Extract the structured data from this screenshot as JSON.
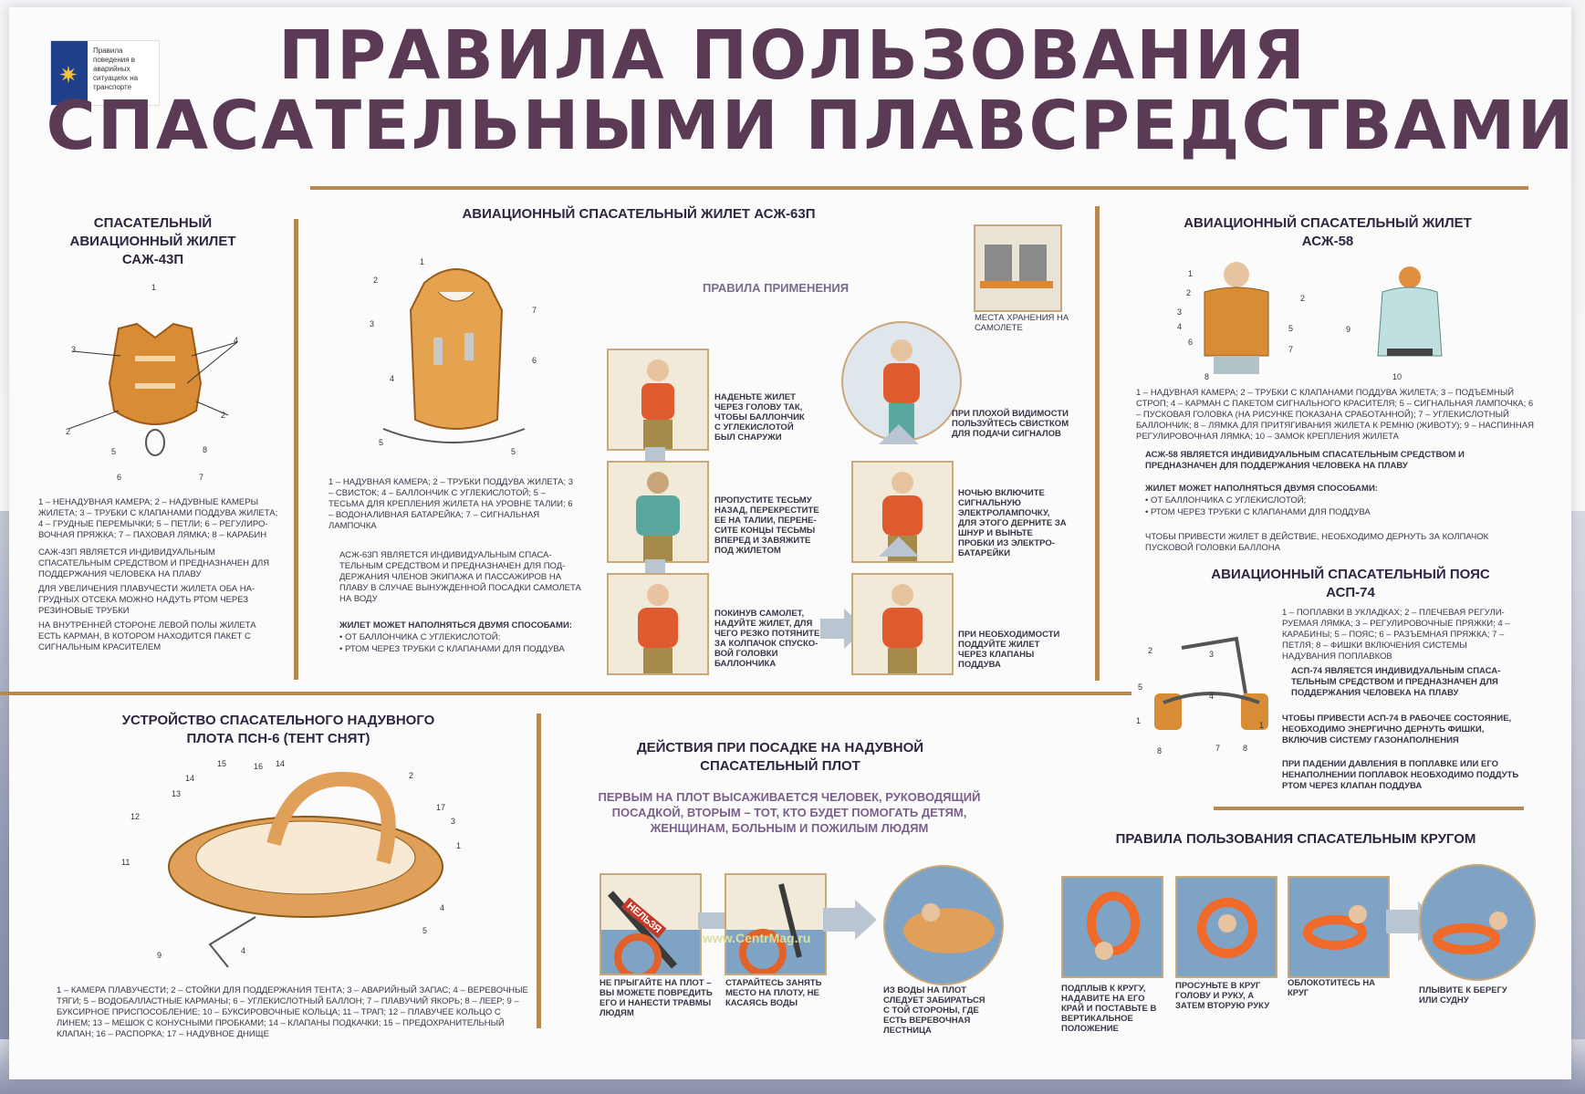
{
  "logo": {
    "text": "Правила поведения в аварийных ситуациях на транспорте"
  },
  "title": {
    "line1": "ПРАВИЛА ПОЛЬЗОВАНИЯ",
    "line2": "СПАСАТЕЛЬНЫМИ ПЛАВСРЕДСТВАМИ"
  },
  "saj": {
    "heading": "СПАСАТЕЛЬНЫЙ АВИАЦИОННЫЙ ЖИЛЕТ САЖ-43П",
    "legend": "1 – НЕНАДУВНАЯ КАМЕРА; 2 – НАДУВНЫЕ КАМЕРЫ ЖИЛЕТА; 3 – ТРУБКИ С КЛАПАНАМИ ПОДДУВА ЖИЛЕТА; 4 – ГРУДНЫЕ ПЕРЕМЫЧКИ; 5 – ПЕТЛИ; 6 – РЕГУЛИРО-ВОЧНАЯ ПРЯЖКА; 7 – ПАХОВАЯ ЛЯМКА; 8 – КАРАБИН",
    "p1": "САЖ-43П ЯВЛЯЕТСЯ ИНДИВИДУАЛЬНЫМ СПАСАТЕЛЬНЫМ СРЕДСТВОМ И ПРЕДНАЗНАЧЕН ДЛЯ ПОДДЕРЖАНИЯ ЧЕЛОВЕКА НА ПЛАВУ",
    "p2": "ДЛЯ УВЕЛИЧЕНИЯ ПЛАВУЧЕСТИ ЖИЛЕТА ОБА НА-ГРУДНЫХ ОТСЕКА МОЖНО НАДУТЬ РТОМ ЧЕРЕЗ РЕЗИНОВЫЕ ТРУБКИ",
    "p3": "НА ВНУТРЕННЕЙ СТОРОНЕ ЛЕВОЙ ПОЛЫ ЖИЛЕТА ЕСТЬ КАРМАН, В КОТОРОМ НАХОДИТСЯ ПАКЕТ С СИГНАЛЬНЫМ КРАСИТЕЛЕМ"
  },
  "asj63": {
    "heading": "АВИАЦИОННЫЙ СПАСАТЕЛЬНЫЙ ЖИЛЕТ АСЖ-63П",
    "rules_heading": "ПРАВИЛА ПРИМЕНЕНИЯ",
    "legend": "1 – НАДУВНАЯ КАМЕРА; 2 – ТРУБКИ ПОДДУВА ЖИЛЕТА; 3 – СВИСТОК; 4 – БАЛЛОНЧИК С УГЛЕКИСЛОТОЙ; 5 – ТЕСЬМА ДЛЯ КРЕПЛЕНИЯ ЖИЛЕТА НА УРОВНЕ ТАЛИИ; 6 – ВОДОНАЛИВНАЯ БАТАРЕЙКА; 7 – СИГНАЛЬНАЯ ЛАМПОЧКА",
    "p1": "АСЖ-63П ЯВЛЯЕТСЯ ИНДИВИДУАЛЬНЫМ СПАСА-ТЕЛЬНЫМ СРЕДСТВОМ И ПРЕДНАЗНАЧЕН ДЛЯ ПОД-ДЕРЖАНИЯ ЧЛЕНОВ ЭКИПАЖА И ПАССАЖИРОВ НА ПЛАВУ В СЛУЧАЕ ВЫНУЖДЕННОЙ ПОСАДКИ САМОЛЕТА НА ВОДУ",
    "p2": "ЖИЛЕТ МОЖЕТ НАПОЛНЯТЬСЯ ДВУМЯ СПОСОБАМИ:",
    "b1": "• ОТ БАЛЛОНЧИКА С УГЛЕКИСЛОТОЙ;",
    "b2": "• РТОМ ЧЕРЕЗ ТРУБКИ С КЛАПАНАМИ ДЛЯ ПОДДУВА",
    "storage": "МЕСТА ХРАНЕНИЯ НА САМОЛЕТЕ",
    "s1": "НАДЕНЬТЕ ЖИЛЕТ ЧЕРЕЗ ГОЛОВУ ТАК, ЧТОБЫ БАЛЛОНЧИК С УГЛЕКИСЛОТОЙ БЫЛ СНАРУЖИ",
    "s2": "ПРОПУСТИТЕ ТЕСЬМУ НАЗАД, ПЕРЕКРЕСТИТЕ ЕЕ НА ТАЛИИ, ПЕРЕНЕ-СИТЕ КОНЦЫ ТЕСЬМЫ ВПЕРЕД И ЗАВЯЖИТЕ ПОД ЖИЛЕТОМ",
    "s3": "ПОКИНУВ САМОЛЕТ, НАДУЙТЕ ЖИЛЕТ, ДЛЯ ЧЕГО РЕЗКО ПОТЯНИТЕ ЗА КОЛПАЧОК СПУСКО-ВОЙ ГОЛОВКИ БАЛЛОНЧИКА",
    "s4": "ПРИ НЕОБХОДИМОСТИ ПОДДУЙТЕ ЖИЛЕТ ЧЕРЕЗ КЛАПАНЫ ПОДДУВА",
    "s5": "НОЧЬЮ ВКЛЮЧИТЕ СИГНАЛЬНУЮ ЭЛЕКТРОЛАМПОЧКУ, ДЛЯ ЭТОГО ДЕРНИТЕ ЗА ШНУР И ВЫНЬТЕ ПРОБКИ ИЗ ЭЛЕКТРО-БАТАРЕЙКИ",
    "s6": "ПРИ ПЛОХОЙ ВИДИМОСТИ ПОЛЬЗУЙТЕСЬ СВИСТКОМ ДЛЯ ПОДАЧИ СИГНАЛОВ"
  },
  "asj58": {
    "heading": "АВИАЦИОННЫЙ СПАСАТЕЛЬНЫЙ ЖИЛЕТ АСЖ-58",
    "legend": "1 – НАДУВНАЯ КАМЕРА; 2 – ТРУБКИ С КЛАПАНАМИ ПОДДУВА ЖИЛЕТА; 3 – ПОДЪЕМНЫЙ СТРОП; 4 – КАРМАН С ПАКЕТОМ СИГНАЛЬНОГО КРАСИТЕЛЯ; 5 – СИГНАЛЬНАЯ ЛАМПОЧКА; 6 – ПУСКОВАЯ ГОЛОВКА (НА РИСУНКЕ ПОКАЗАНА СРАБОТАННОЙ); 7 – УГЛЕКИСЛОТНЫЙ БАЛЛОНЧИК; 8 – ЛЯМКА ДЛЯ ПРИТЯГИВАНИЯ ЖИЛЕТА К РЕМНЮ (ЖИВОТУ); 9 – НАСПИННАЯ РЕГУЛИРОВОЧНАЯ ЛЯМКА; 10 – ЗАМОК КРЕПЛЕНИЯ ЖИЛЕТА",
    "p1": "АСЖ-58 ЯВЛЯЕТСЯ ИНДИВИДУАЛЬНЫМ СПАСАТЕЛЬНЫМ СРЕДСТВОМ И ПРЕДНАЗНАЧЕН ДЛЯ ПОДДЕРЖАНИЯ ЧЕЛОВЕКА НА ПЛАВУ",
    "p2": "ЖИЛЕТ МОЖЕТ НАПОЛНЯТЬСЯ ДВУМЯ СПОСОБАМИ:",
    "b1": "• ОТ БАЛЛОНЧИКА С УГЛЕКИСЛОТОЙ;",
    "b2": "• РТОМ ЧЕРЕЗ ТРУБКИ С КЛАПАНАМИ ДЛЯ ПОДДУВА",
    "p3": "ЧТОБЫ ПРИВЕСТИ ЖИЛЕТ В ДЕЙСТВИЕ, НЕОБХОДИМО ДЕРНУТЬ ЗА КОЛПАЧОК ПУСКОВОЙ ГОЛОВКИ БАЛЛОНА"
  },
  "asp74": {
    "heading": "АВИАЦИОННЫЙ СПАСАТЕЛЬНЫЙ ПОЯС АСП-74",
    "legend": "1 – ПОПЛАВКИ В УКЛАДКАХ; 2 – ПЛЕЧЕВАЯ РЕГУЛИ-РУЕМАЯ ЛЯМКА; 3 – РЕГУЛИРОВОЧНЫЕ ПРЯЖКИ; 4 – КАРАБИНЫ; 5 – ПОЯС; 6 – РАЗЪЕМНАЯ ПРЯЖКА; 7 – ПЕТЛЯ; 8 – ФИШКИ ВКЛЮЧЕНИЯ СИСТЕМЫ НАДУВАНИЯ ПОПЛАВКОВ",
    "p1": "АСП-74 ЯВЛЯЕТСЯ ИНДИВИДУАЛЬНЫМ СПАСА-ТЕЛЬНЫМ СРЕДСТВОМ И ПРЕДНАЗНАЧЕН ДЛЯ ПОДДЕРЖАНИЯ ЧЕЛОВЕКА НА ПЛАВУ",
    "p2": "ЧТОБЫ ПРИВЕСТИ АСП-74 В РАБОЧЕЕ СОСТОЯНИЕ, НЕОБХОДИМО ЭНЕРГИЧНО ДЕРНУТЬ ФИШКИ, ВКЛЮЧИВ СИСТЕМУ ГАЗОНАПОЛНЕНИЯ",
    "p3": "ПРИ ПАДЕНИИ ДАВЛЕНИЯ В ПОПЛАВКЕ ИЛИ ЕГО НЕНАПОЛНЕНИИ ПОПЛАВОК НЕОБХОДИМО ПОДДУТЬ РТОМ ЧЕРЕЗ КЛАПАН ПОДДУВА"
  },
  "psn6": {
    "heading": "УСТРОЙСТВО СПАСАТЕЛЬНОГО НАДУВНОГО ПЛОТА ПСН-6 (ТЕНТ СНЯТ)",
    "legend": "1 – КАМЕРА ПЛАВУЧЕСТИ; 2 – СТОЙКИ ДЛЯ ПОДДЕРЖАНИЯ ТЕНТА; 3 – АВАРИЙНЫЙ ЗАПАС; 4 – ВЕРЕВОЧНЫЕ ТЯГИ; 5 – ВОДОБАЛЛАСТНЫЕ КАРМАНЫ; 6 – УГЛЕКИСЛОТНЫЙ БАЛЛОН; 7 – ПЛАВУЧИЙ ЯКОРЬ; 8 – ЛЕЕР; 9 – БУКСИРНОЕ ПРИСПОСОБЛЕНИЕ; 10 – БУКСИРОВОЧНЫЕ КОЛЬЦА; 11 – ТРАП; 12 – ПЛАВУЧЕЕ КОЛЬЦО С ЛИНЕМ; 13 – МЕШОК С КОНУСНЫМИ ПРОБКАМИ; 14 – КЛАПАНЫ ПОДКАЧКИ; 15 – ПРЕДОХРАНИТЕЛЬНЫЙ КЛАПАН; 16 – РАСПОРКА; 17 – НАДУВНОЕ ДНИЩЕ"
  },
  "raft": {
    "heading": "ДЕЙСТВИЯ ПРИ ПОСАДКЕ НА НАДУВНОЙ СПАСАТЕЛЬНЫЙ ПЛОТ",
    "intro": "ПЕРВЫМ НА ПЛОТ ВЫСАЖИВАЕТСЯ ЧЕЛОВЕК, РУКОВОДЯЩИЙ ПОСАДКОЙ, ВТОРЫМ – ТОТ, КТО БУДЕТ ПОМОГАТЬ ДЕТЯМ, ЖЕНЩИНАМ, БОЛЬНЫМ И ПОЖИЛЫМ ЛЮДЯМ",
    "c1": "НЕ ПРЫГАЙТЕ НА ПЛОТ – ВЫ МОЖЕТЕ ПОВРЕДИТЬ ЕГО И НАНЕСТИ ТРАВМЫ ЛЮДЯМ",
    "c2": "СТАРАЙТЕСЬ ЗАНЯТЬ МЕСТО НА ПЛОТУ, НЕ КАСАЯСЬ ВОДЫ",
    "c3": "ИЗ ВОДЫ НА ПЛОТ СЛЕДУЕТ ЗАБИРАТЬСЯ С ТОЙ СТОРОНЫ, ГДЕ ЕСТЬ ВЕРЕВОЧНАЯ ЛЕСТНИЦА",
    "sign": "НЕЛЬЗЯ"
  },
  "ring": {
    "heading": "ПРАВИЛА ПОЛЬЗОВАНИЯ СПАСАТЕЛЬНЫМ КРУГОМ",
    "c1": "ПОДПЛЫВ К КРУГУ, НАДАВИТЕ НА ЕГО КРАЙ И ПОСТАВЬТЕ В ВЕРТИКАЛЬНОЕ ПОЛОЖЕНИЕ",
    "c2": "ПРОСУНЬТЕ В КРУГ ГОЛОВУ И РУКУ, А ЗАТЕМ ВТОРУЮ РУКУ",
    "c3": "ОБЛОКОТИТЕСЬ НА КРУГ",
    "c4": "ПЛЫВИТЕ К БЕРЕГУ ИЛИ СУДНУ"
  },
  "watermark": "www.CentrMag.ru",
  "colors": {
    "title": "#5a3a55",
    "rule": "#b7884f",
    "vest": "#e09a45",
    "water": "#7fa3c4"
  }
}
